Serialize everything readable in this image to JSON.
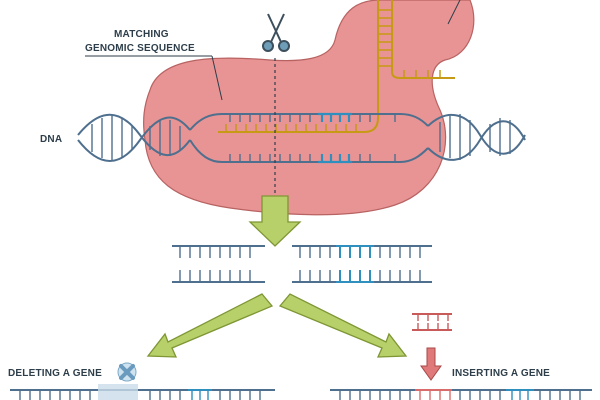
{
  "labels": {
    "matching_line1": "MATCHING",
    "matching_line2": "GENOMIC SEQUENCE",
    "dna": "DNA",
    "deleting": "DELETING A GENE",
    "inserting": "INSERTING A GENE"
  },
  "icons": {
    "scissors": "scissors-icon",
    "delete_mark": "x-mark-icon",
    "insert_arrow": "down-arrow-icon"
  },
  "colors": {
    "cas9_protein": "#e78f8f",
    "guide_rna": "#e6c23a",
    "dna_strand": "#4e6f8e",
    "target_segment": "#2f8fbf",
    "flow_arrow": "#a9c55a",
    "inserted_segment": "#d96b6b"
  }
}
